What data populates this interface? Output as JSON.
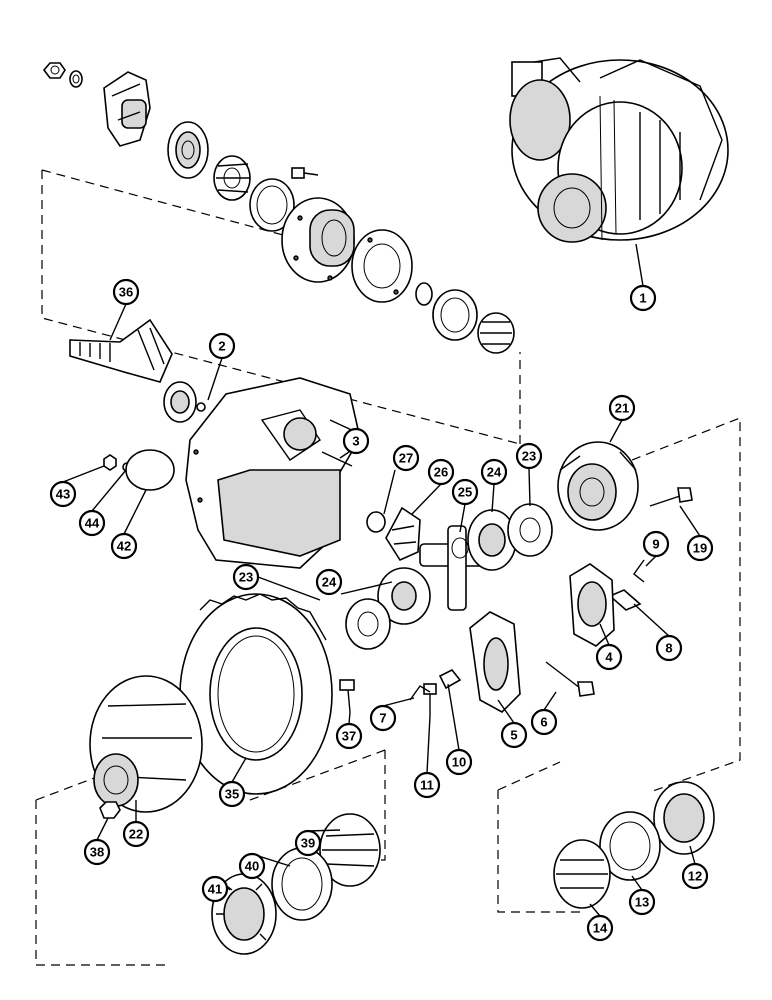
{
  "diagram": {
    "callouts": [
      {
        "id": "c1",
        "label": "1"
      },
      {
        "id": "c2",
        "label": "2"
      },
      {
        "id": "c3",
        "label": "3"
      },
      {
        "id": "c4",
        "label": "4"
      },
      {
        "id": "c5",
        "label": "5"
      },
      {
        "id": "c6",
        "label": "6"
      },
      {
        "id": "c7",
        "label": "7"
      },
      {
        "id": "c8",
        "label": "8"
      },
      {
        "id": "c9",
        "label": "9"
      },
      {
        "id": "c10",
        "label": "10"
      },
      {
        "id": "c11",
        "label": "11"
      },
      {
        "id": "c12",
        "label": "12"
      },
      {
        "id": "c13",
        "label": "13"
      },
      {
        "id": "c14",
        "label": "14"
      },
      {
        "id": "c19",
        "label": "19"
      },
      {
        "id": "c21",
        "label": "21"
      },
      {
        "id": "c22",
        "label": "22"
      },
      {
        "id": "c23a",
        "label": "23"
      },
      {
        "id": "c23b",
        "label": "23"
      },
      {
        "id": "c24a",
        "label": "24"
      },
      {
        "id": "c24b",
        "label": "24"
      },
      {
        "id": "c25",
        "label": "25"
      },
      {
        "id": "c26",
        "label": "26"
      },
      {
        "id": "c27",
        "label": "27"
      },
      {
        "id": "c35",
        "label": "35"
      },
      {
        "id": "c36",
        "label": "36"
      },
      {
        "id": "c37",
        "label": "37"
      },
      {
        "id": "c38",
        "label": "38"
      },
      {
        "id": "c39",
        "label": "39"
      },
      {
        "id": "c40",
        "label": "40"
      },
      {
        "id": "c41",
        "label": "41"
      },
      {
        "id": "c42",
        "label": "42"
      },
      {
        "id": "c43",
        "label": "43"
      },
      {
        "id": "c44",
        "label": "44"
      }
    ]
  }
}
